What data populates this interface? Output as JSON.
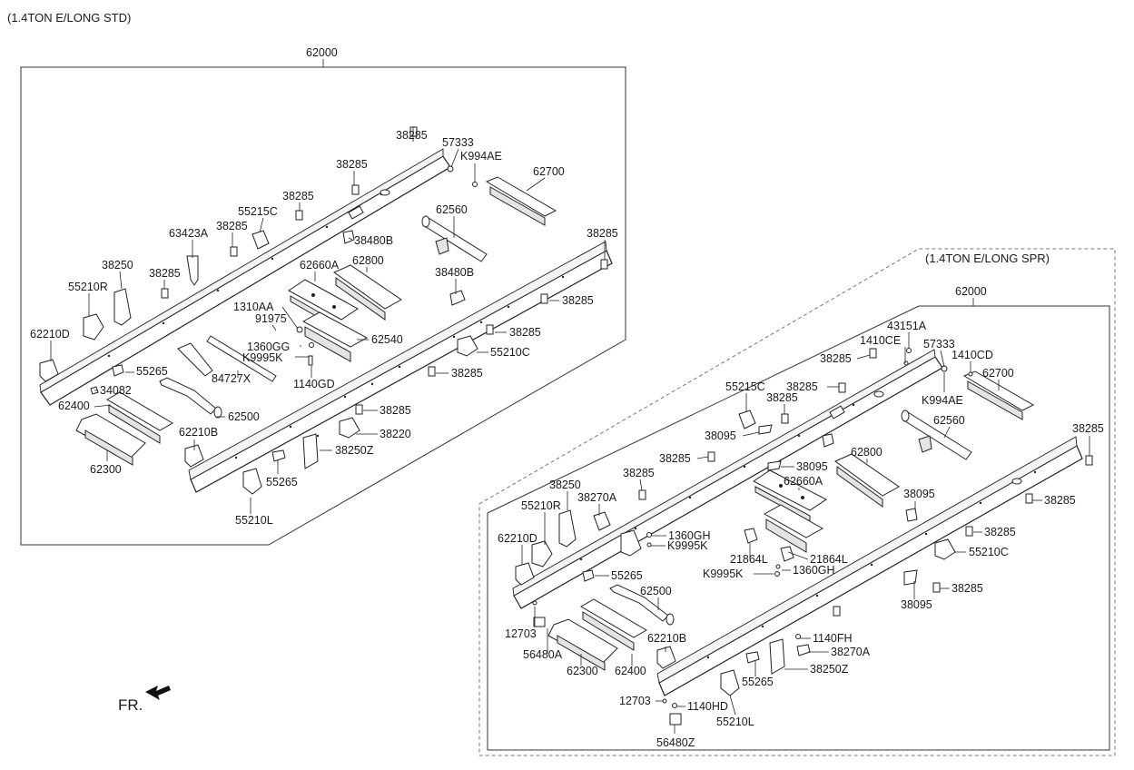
{
  "header": {
    "variant_std": "(1.4TON E/LONG STD)",
    "variant_spr": "(1.4TON E/LONG SPR)"
  },
  "left": {
    "assembly": "62000",
    "labels": [
      "38285",
      "57333",
      "K994AE",
      "38285",
      "62700",
      "38285",
      "55215C",
      "62560",
      "38285",
      "63423A",
      "38480B",
      "38285",
      "38250",
      "38285",
      "38480B",
      "55210R",
      "62660A",
      "62800",
      "38285",
      "1310AA",
      "91975",
      "62210D",
      "1360GG",
      "62540",
      "K9995K",
      "38285",
      "55210C",
      "55265",
      "84727X",
      "34082",
      "1140GD",
      "38285",
      "62400",
      "62500",
      "38285",
      "38220",
      "62210B",
      "38250Z",
      "62300",
      "55265",
      "55210L"
    ]
  },
  "right": {
    "assembly": "62000",
    "labels": [
      "43151A",
      "1410CE",
      "57333",
      "1410CD",
      "38285",
      "55215C",
      "38285",
      "62700",
      "38285",
      "K994AE",
      "38095",
      "62560",
      "38285",
      "38285",
      "38285",
      "62800",
      "38095",
      "38250",
      "62660A",
      "38270A",
      "55210R",
      "38095",
      "1360GH",
      "62210D",
      "K9995K",
      "38285",
      "21864L",
      "21864L",
      "55210C",
      "K9995K",
      "1360GH",
      "55265",
      "38285",
      "62500",
      "38095",
      "38285",
      "12703",
      "62210B",
      "1140FH",
      "56480A",
      "38270A",
      "62300",
      "62400",
      "38250Z",
      "55265",
      "12703",
      "1140HD",
      "55210L",
      "56480Z"
    ]
  },
  "footer": {
    "fr_label": "FR."
  }
}
